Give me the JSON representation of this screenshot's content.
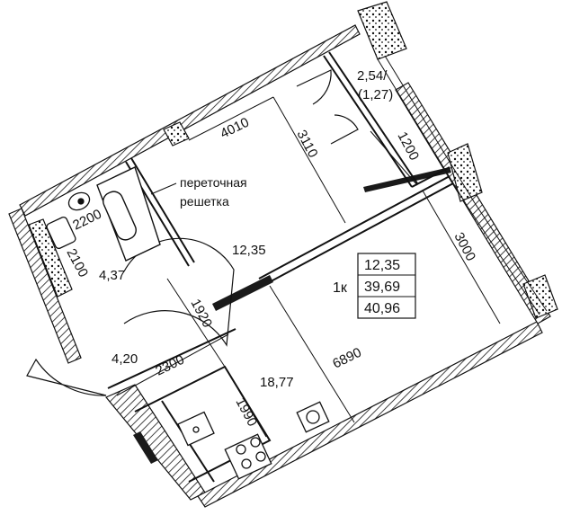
{
  "room_areas": {
    "living": "12,35",
    "kitchen": "18,77",
    "bathroom": "4,37",
    "hall": "4,20",
    "balcony": "2,54/",
    "balcony_reduced": "(1,27)"
  },
  "dimensions": {
    "d4010": "4010",
    "d3110": "3110",
    "d1200": "1200",
    "d3000": "3000",
    "d6890": "6890",
    "d2300": "2300",
    "d1920": "1920",
    "d1990": "1990",
    "d2200": "2200",
    "d2100": "2100"
  },
  "vent_note": {
    "line1": "переточная",
    "line2": "решетка"
  },
  "summary_table": {
    "type_label": "1к",
    "living_area": "12,35",
    "total_area": "39,69",
    "total_with_balcony": "40,96"
  },
  "colors": {
    "wall": "#1a1a1a",
    "line": "#222222",
    "background": "#ffffff"
  }
}
